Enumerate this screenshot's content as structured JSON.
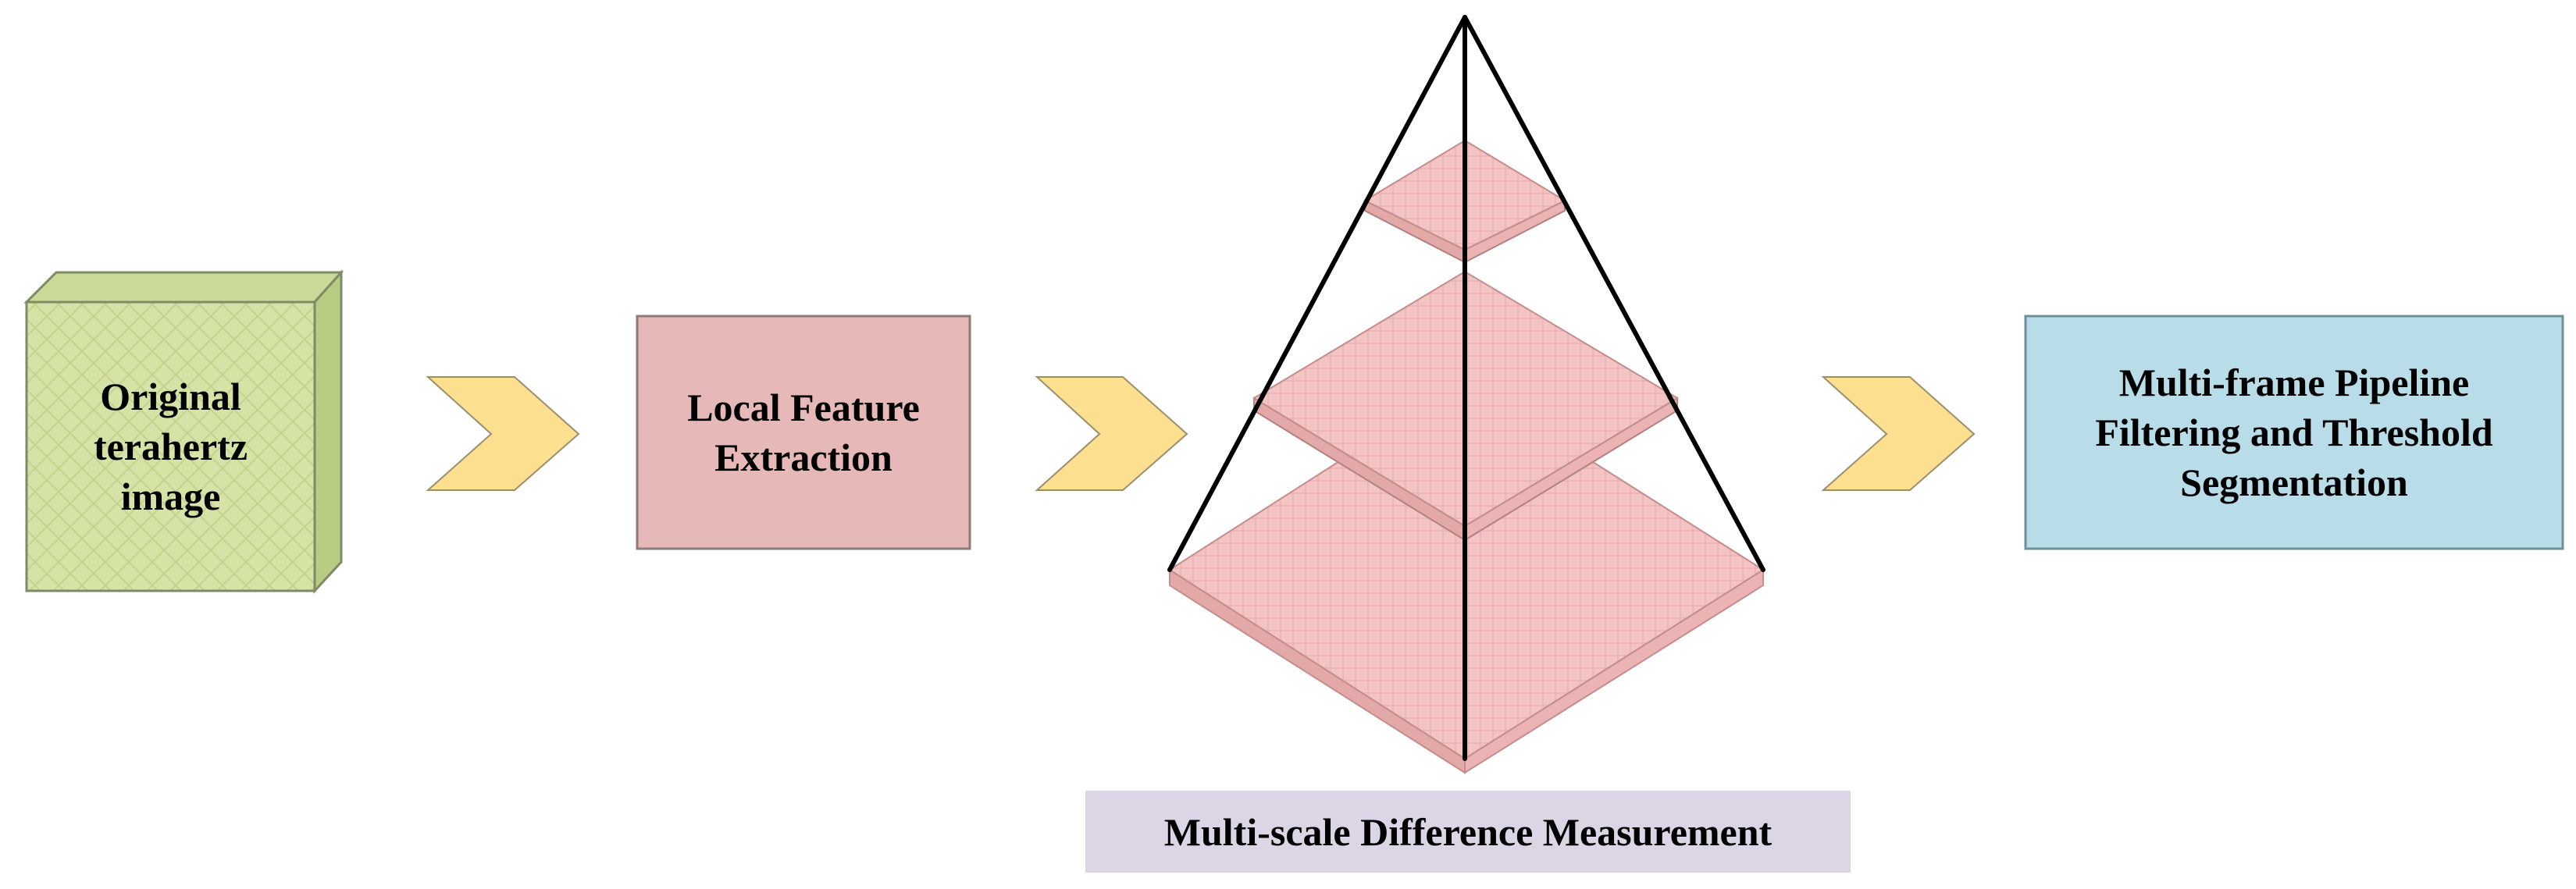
{
  "diagram": {
    "original_image": {
      "lines": [
        "Original",
        "terahertz",
        "image"
      ],
      "color": "#d5e4a6"
    },
    "local_feature": {
      "lines": [
        "Local Feature",
        "Extraction"
      ],
      "color": "#e6b8b8"
    },
    "pyramid": {
      "caption": "Multi-scale Difference Measurement",
      "caption_bg": "#dcd5e6",
      "plate_color": "#f2bfbf"
    },
    "pipeline": {
      "lines": [
        "Multi-frame Pipeline",
        "Filtering and Threshold",
        "Segmentation"
      ],
      "color": "#b8dde8"
    },
    "arrow_color": "#fce08f"
  }
}
